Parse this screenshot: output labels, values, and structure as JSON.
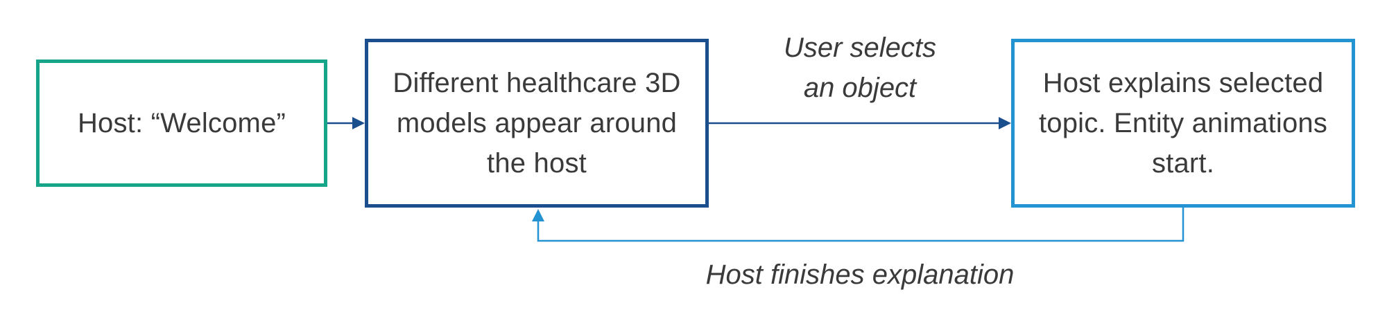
{
  "nodes": {
    "welcome": {
      "text": "Host: “Welcome”",
      "border_color": "#17a58a"
    },
    "models": {
      "text": "Different healthcare 3D models appear around the host",
      "border_color": "#1a4e8c"
    },
    "explains": {
      "text": "Host explains selected topic. Entity animations start.",
      "border_color": "#2393d2"
    }
  },
  "edges": {
    "select_label_line1": "User selects",
    "select_label_line2": "an object",
    "finish_label": "Host finishes explanation"
  },
  "colors": {
    "forward_arrow": "#1a4e8c",
    "feedback_arrow": "#2393d2"
  }
}
